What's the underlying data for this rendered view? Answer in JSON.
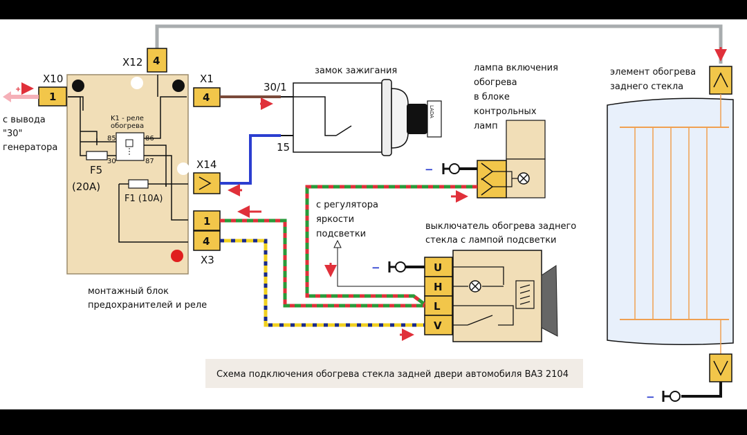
{
  "colors": {
    "background": "#ffffff",
    "block_fill": "#f1deb7",
    "connector": "#f2c64a",
    "wire_gray": "#a8acae",
    "wire_brown": "#7a4a3a",
    "wire_blue": "#2b3ed0",
    "wire_black": "#111111",
    "wire_green": "#2a9a3a",
    "wire_red": "#e0303a",
    "wire_yellow": "#f0d020",
    "wire_navy": "#1a2a8a",
    "heater_line": "#f0a050",
    "glass_fill": "#e8f0fb"
  },
  "labels": {
    "x10": "X10",
    "x12": "X12",
    "x1": "X1",
    "x14": "X14",
    "x3": "X3",
    "pin_1": "1",
    "pin_4": "4",
    "from_generator": "с вывода\n\"30\"\nгенератора",
    "relay": "K1 - реле\nобогрева",
    "relay_85": "85",
    "relay_86": "86",
    "relay_30": "30",
    "relay_87": "87",
    "fuse_f5": "F5",
    "fuse_f5_rating": "(20A)",
    "fuse_f1": "F1 (10A)",
    "mount_block": "монтажный блок\nпредохранителей и реле",
    "ignition": "замок зажигания",
    "ign_30_1": "30/1",
    "ign_15": "15",
    "lada": "LADA",
    "lamp": "лампа включения\nобогрева\nв блоке\nконтрольных\nламп",
    "brightness": "с регулятора\nяркости\nподсветки",
    "switch_title": "выключатель обогрева заднего\nстекла с лампой подсветки",
    "pin_u": "U",
    "pin_h": "H",
    "pin_l": "L",
    "pin_v": "V",
    "heater_element": "элемент обогрева\nзаднего стекла",
    "caption": "Схема подключения обогрева стекла задней двери автомобиля ВАЗ 2104",
    "minus": "−",
    "plus": "+"
  }
}
